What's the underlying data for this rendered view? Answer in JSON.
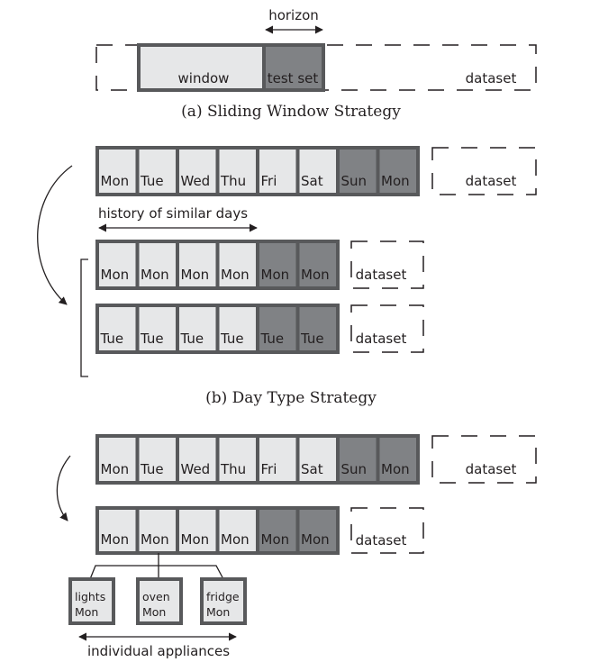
{
  "sliding_window": {
    "horizon_label": "horizon",
    "window_label": "window",
    "test_set_label": "test set",
    "dataset_label": "dataset",
    "caption": "(a) Sliding Window Strategy"
  },
  "day_type": {
    "week_row": {
      "cells": [
        {
          "label": "Mon",
          "test": false
        },
        {
          "label": "Tue",
          "test": false
        },
        {
          "label": "Wed",
          "test": false
        },
        {
          "label": "Thu",
          "test": false
        },
        {
          "label": "Fri",
          "test": false
        },
        {
          "label": "Sat",
          "test": false
        },
        {
          "label": "Sun",
          "test": true
        },
        {
          "label": "Mon",
          "test": true
        }
      ],
      "dataset_label": "dataset"
    },
    "history_label": "history of similar days",
    "mon_row": {
      "cells": [
        {
          "label": "Mon",
          "test": false
        },
        {
          "label": "Mon",
          "test": false
        },
        {
          "label": "Mon",
          "test": false
        },
        {
          "label": "Mon",
          "test": false
        },
        {
          "label": "Mon",
          "test": true
        },
        {
          "label": "Mon",
          "test": true
        }
      ],
      "dataset_label": "dataset"
    },
    "tue_row": {
      "cells": [
        {
          "label": "Tue",
          "test": false
        },
        {
          "label": "Tue",
          "test": false
        },
        {
          "label": "Tue",
          "test": false
        },
        {
          "label": "Tue",
          "test": false
        },
        {
          "label": "Tue",
          "test": true
        },
        {
          "label": "Tue",
          "test": true
        }
      ],
      "dataset_label": "dataset"
    },
    "caption": "(b) Day Type Strategy"
  },
  "appliance": {
    "week_row": {
      "cells": [
        {
          "label": "Mon",
          "test": false
        },
        {
          "label": "Tue",
          "test": false
        },
        {
          "label": "Wed",
          "test": false
        },
        {
          "label": "Thu",
          "test": false
        },
        {
          "label": "Fri",
          "test": false
        },
        {
          "label": "Sat",
          "test": false
        },
        {
          "label": "Sun",
          "test": true
        },
        {
          "label": "Mon",
          "test": true
        }
      ],
      "dataset_label": "dataset"
    },
    "mon_row": {
      "cells": [
        {
          "label": "Mon",
          "test": false
        },
        {
          "label": "Mon",
          "test": false
        },
        {
          "label": "Mon",
          "test": false
        },
        {
          "label": "Mon",
          "test": false
        },
        {
          "label": "Mon",
          "test": true
        },
        {
          "label": "Mon",
          "test": true
        }
      ],
      "dataset_label": "dataset"
    },
    "appliances": [
      {
        "line1": "lights",
        "line2": "Mon"
      },
      {
        "line1": "oven",
        "line2": "Mon"
      },
      {
        "line1": "fridge",
        "line2": "Mon"
      }
    ],
    "individual_label": "individual appliances"
  },
  "colors": {
    "train": "#e6e7e8",
    "test": "#808285",
    "border": "#58595b"
  }
}
